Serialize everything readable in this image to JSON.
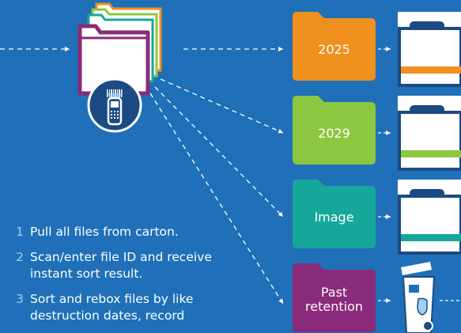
{
  "colors": {
    "background": "#1f70b8",
    "orange": "#f0901f",
    "green": "#8dc63f",
    "teal": "#15a89a",
    "purple": "#8a2a7a",
    "navy": "#1c4a82",
    "white": "#ffffff"
  },
  "icons": {
    "source_folders": "file-folder-stack-icon",
    "scanner": "barcode-scanner-icon",
    "storage_box": "storage-box-icon",
    "shred_bin": "shred-bin-icon"
  },
  "folders": [
    {
      "label": "2025",
      "color": "#f0901f"
    },
    {
      "label": "2029",
      "color": "#8dc63f"
    },
    {
      "label": "Image",
      "color": "#15a89a"
    },
    {
      "label": "Past\nretention",
      "color": "#8a2a7a"
    }
  ],
  "steps": [
    {
      "number": "1",
      "text": "Pull all files from carton."
    },
    {
      "number": "2",
      "text": "Scan/enter file ID and receive instant sort result."
    },
    {
      "number": "3",
      "text": "Sort and rebox files by like destruction dates, record"
    }
  ]
}
